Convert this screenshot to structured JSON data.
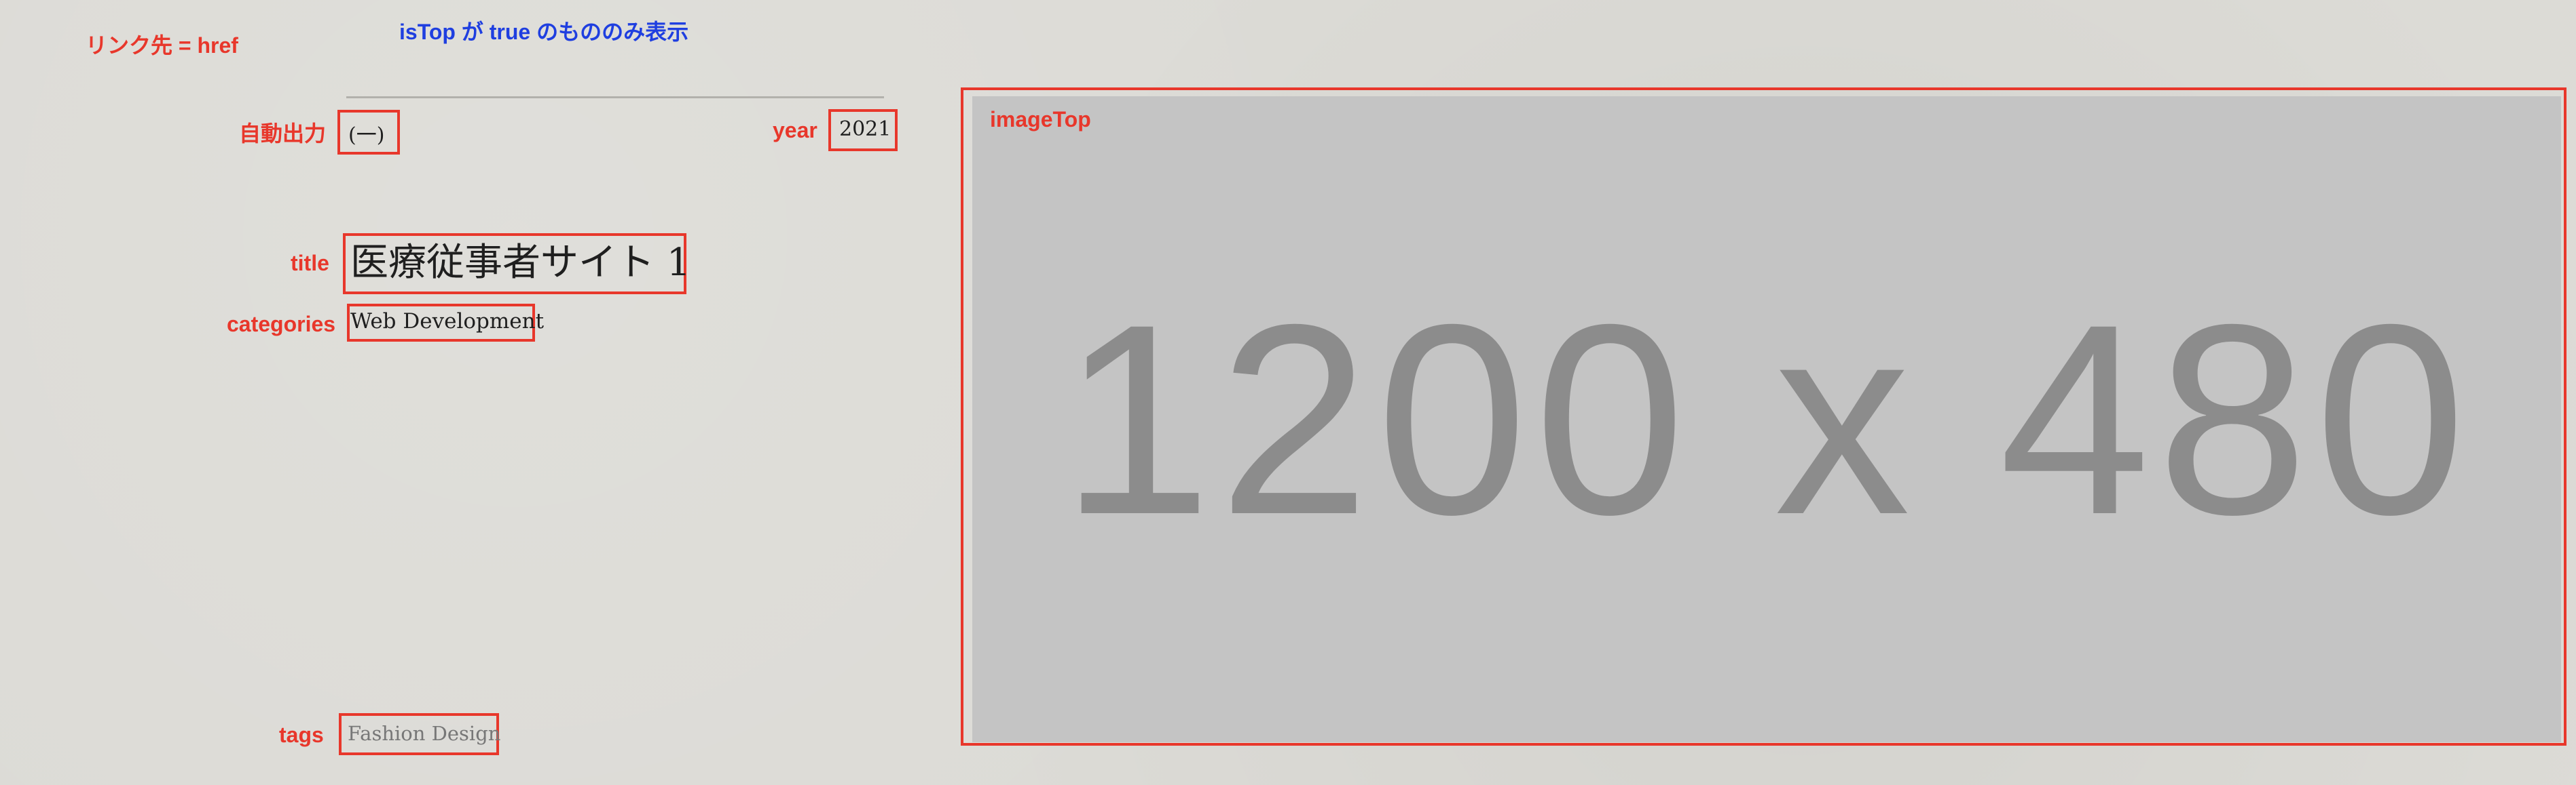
{
  "annotations": {
    "link_target": "リンク先 = href",
    "is_top_note": "isTop が true のもののみ表示",
    "auto_output": "自動出力",
    "year": "year",
    "title": "title",
    "categories": "categories",
    "tags": "tags",
    "image_top": "imageTop"
  },
  "content": {
    "index": "(一)",
    "year": "2021",
    "title": "医療従事者サイト 1",
    "category": "Web Development",
    "tag": "Fashion Design"
  },
  "image": {
    "placeholder_text": "1200 x 480"
  },
  "colors": {
    "annotation_red": "#e8372b",
    "annotation_blue": "#1f3fe0",
    "background": "#dcdbd6",
    "image_placeholder_bg": "#c4c4c4",
    "image_placeholder_text": "#8c8c8c"
  }
}
